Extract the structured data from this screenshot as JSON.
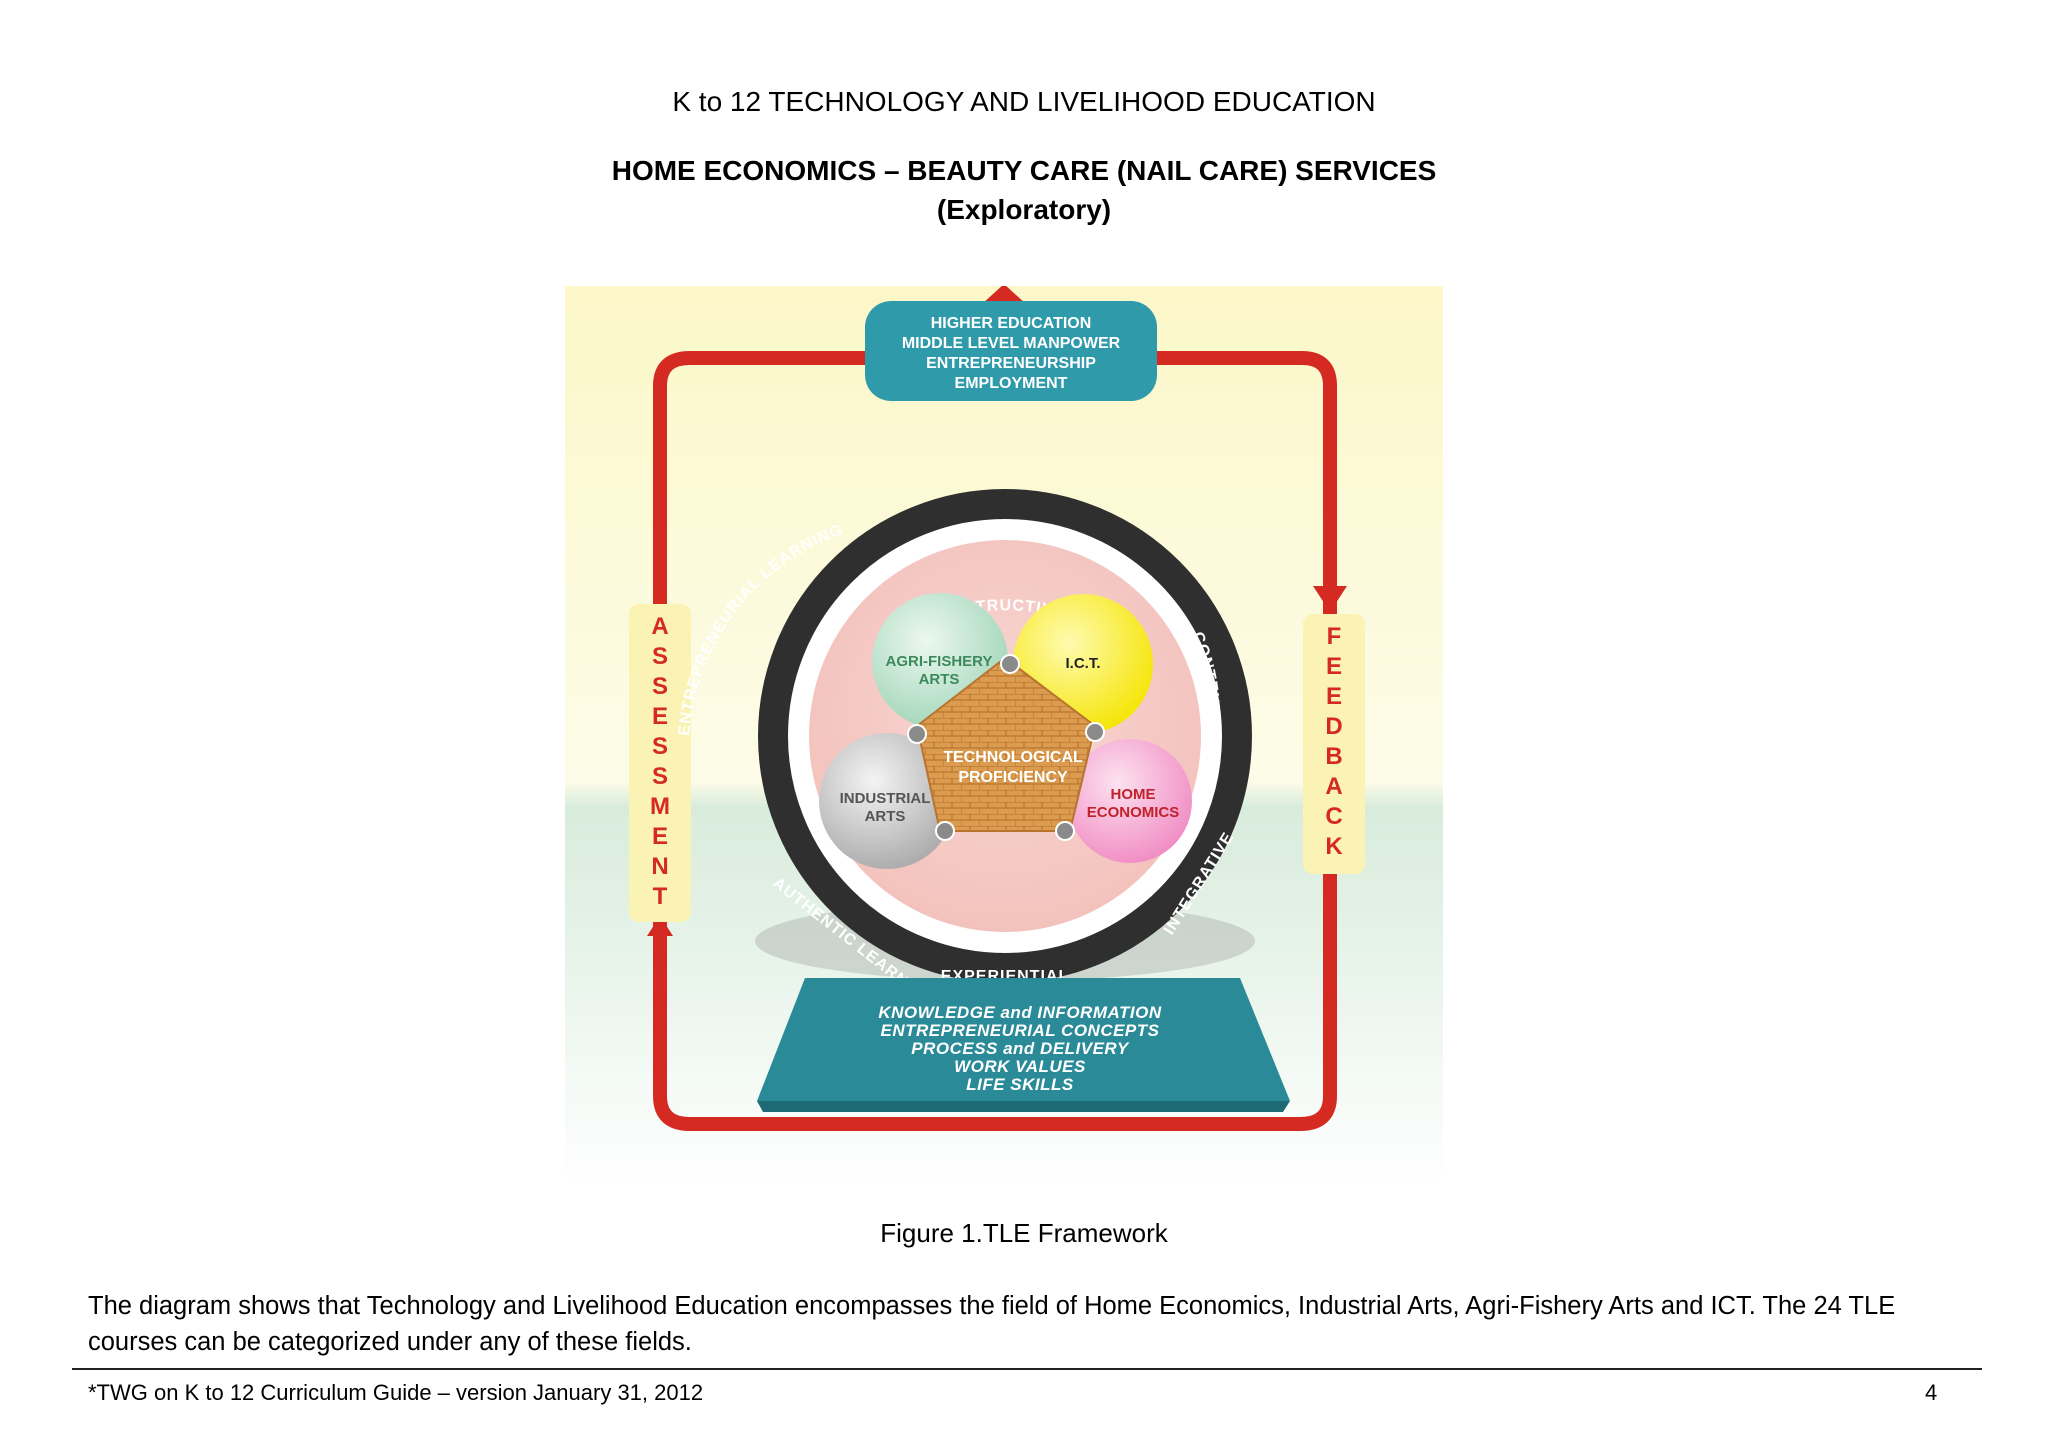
{
  "document": {
    "title": "K to 12 TECHNOLOGY AND LIVELIHOOD EDUCATION",
    "subtitle_line1": "HOME ECONOMICS – BEAUTY CARE (NAIL CARE) SERVICES",
    "subtitle_line2": "(Exploratory)"
  },
  "figure": {
    "outcomes": [
      "HIGHER EDUCATION",
      "MIDDLE LEVEL MANPOWER",
      "ENTREPRENEURSHIP",
      "EMPLOYMENT"
    ],
    "assessment": "ASSESSMENT",
    "feedback": "FEEDBACK",
    "ring_words": {
      "constructivism": "CONSTRUCTIVISM",
      "contextualization": "CONTEXTUALIZATION",
      "integrative": "INTEGRATIVE",
      "experiential": "EXPERIENTIAL",
      "authentic_learning": "AUTHENTIC LEARNING",
      "entrepreneurial_learning": "ENTREPRENEURIAL LEARNING"
    },
    "fields": {
      "agri_line1": "AGRI-FISHERY",
      "agri_line2": "ARTS",
      "ict": "I.C.T.",
      "industrial_line1": "INDUSTRIAL",
      "industrial_line2": "ARTS",
      "home_line1": "HOME",
      "home_line2": "ECONOMICS"
    },
    "center_line1": "TECHNOLOGICAL",
    "center_line2": "PROFICIENCY",
    "base": [
      "KNOWLEDGE and INFORMATION",
      "ENTREPRENEURIAL CONCEPTS",
      "PROCESS and DELIVERY",
      "WORK VALUES",
      "LIFE SKILLS"
    ],
    "colors": {
      "arrow_red": "#d42a22",
      "teal": "#2f9aa9",
      "ring_dark": "#2f2f2f",
      "agri_green": "#bfe3cf",
      "ict_yellow": "#fff23a",
      "home_pink": "#f7a6d2",
      "industrial_grey": "#c8c8c8",
      "pentagon_tan": "#d99a4d"
    }
  },
  "caption": "Figure 1.TLE Framework",
  "paragraph": "The diagram shows that Technology and Livelihood Education encompasses the field of Home Economics, Industrial Arts, Agri-Fishery Arts and ICT. The 24 TLE courses can be categorized under any of these fields.",
  "footer": {
    "left": "*TWG on K to 12 Curriculum Guide – version January 31, 2012",
    "page": "4"
  }
}
